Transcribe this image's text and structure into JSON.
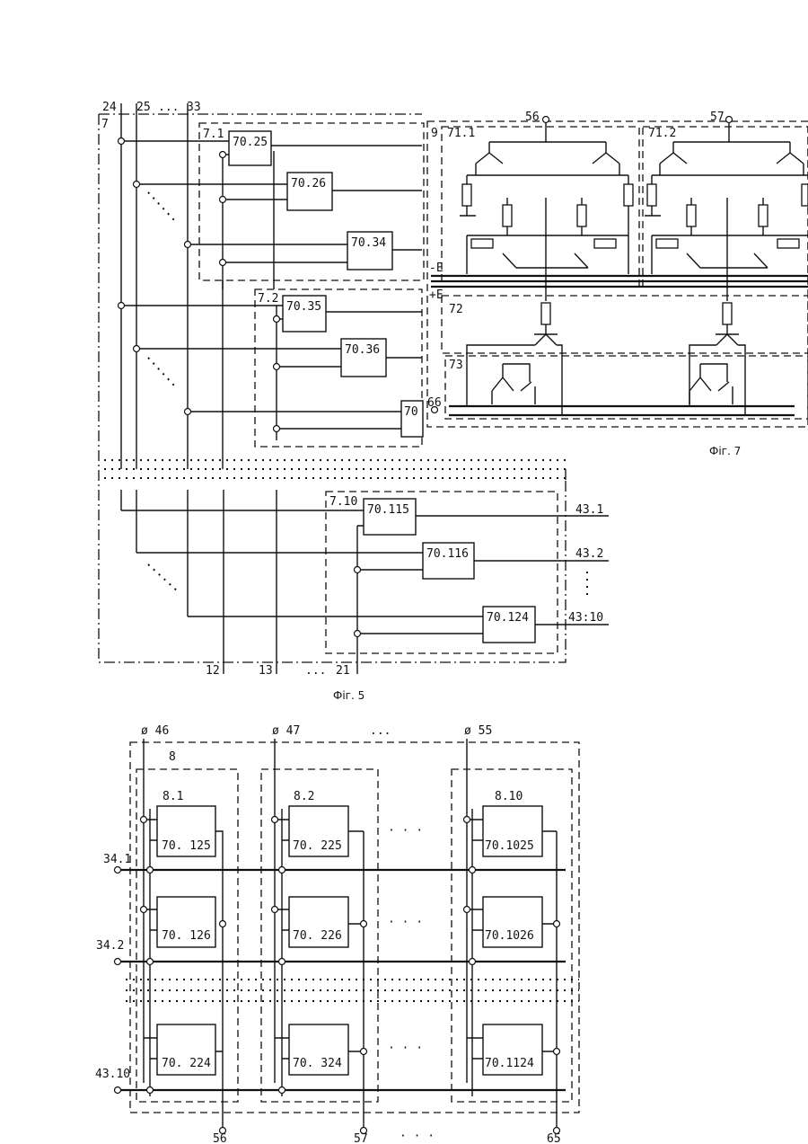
{
  "fig5": {
    "caption": "Фіг. 5",
    "top_labels": [
      "24",
      "25",
      "...",
      "33"
    ],
    "block_label": "7",
    "sub_blocks": [
      "7.1",
      "7.2",
      "7.10"
    ],
    "blocks_7_1": [
      "70.25",
      "70.26",
      "70.34"
    ],
    "blocks_7_2": [
      "70.35",
      "70.36",
      "70"
    ],
    "blocks_7_10": [
      "70.115",
      "70.116",
      "70.124"
    ],
    "outputs": [
      "43.1",
      "43.2",
      "43:10"
    ],
    "bottom_labels": [
      "12",
      "13",
      "...",
      "21"
    ]
  },
  "fig7": {
    "caption": "Фіг. 7",
    "blocks": [
      "9",
      "71.1",
      "71.2",
      "72",
      "73"
    ],
    "terminals": [
      "56",
      "57",
      "66",
      "-E",
      "+E"
    ]
  },
  "fig8": {
    "top_terminals": [
      "ø 46",
      "ø 47",
      "...",
      "ø 55"
    ],
    "block_label": "8",
    "columns": [
      "8.1",
      "8.2",
      "8.10"
    ],
    "row_inputs": [
      "34.1",
      "34.2",
      "43.10"
    ],
    "cells": [
      [
        "70. 125",
        "70. 225",
        "70.1025"
      ],
      [
        "70. 126",
        "70. 226",
        "70.1026"
      ],
      [
        "70. 224",
        "70. 324",
        "70.1124"
      ]
    ],
    "bottom_terminals": [
      "56",
      "57",
      "65"
    ],
    "dots": "· · ·"
  }
}
